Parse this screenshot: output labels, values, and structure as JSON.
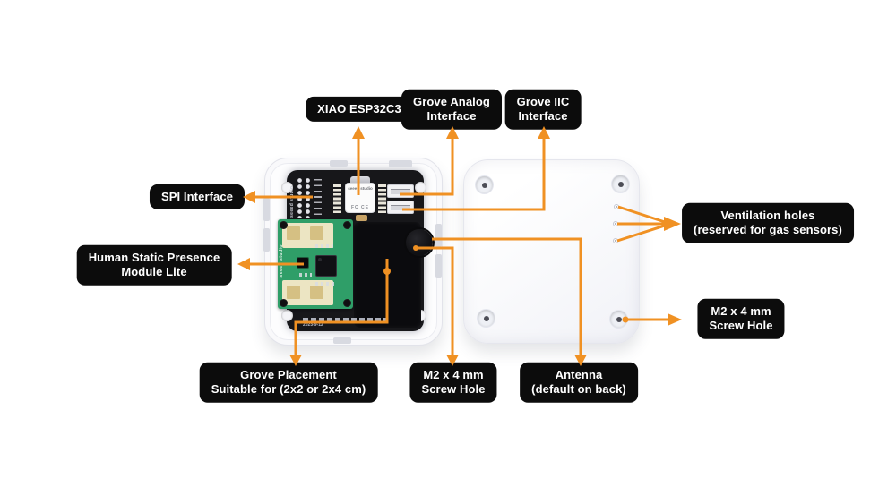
{
  "callouts": {
    "xiao": "XIAO ESP32C3",
    "grove_analog": "Grove Analog\nInterface",
    "grove_iic": "Grove IIC\nInterface",
    "spi": "SPI Interface",
    "hsp": "Human Static Presence\nModule Lite",
    "ventilation": "Ventilation holes\n(reserved for gas sensors)",
    "m2_right": "M2 x 4 mm\nScrew Hole",
    "grove_placement": "Grove Placement\nSuitable for (2x2 or 2x4 cm)",
    "m2_bottom": "M2 x 4 mm\nScrew Hole",
    "antenna": "Antenna\n(default on back)"
  },
  "device": {
    "xiao_brand": "seeed studio",
    "radar_brand": "seeed studio",
    "breakout_brand": "seeed studio",
    "cert_marks": "FC  CE",
    "pcb_date": "2023-9-12"
  },
  "colors": {
    "arrow": "#F09123",
    "label_bg": "#0C0C0C",
    "label_text": "#FFFFFF",
    "pcb_green": "#2F9E68",
    "pcb_black": "#17171A",
    "case_white": "#F9F9FB"
  }
}
